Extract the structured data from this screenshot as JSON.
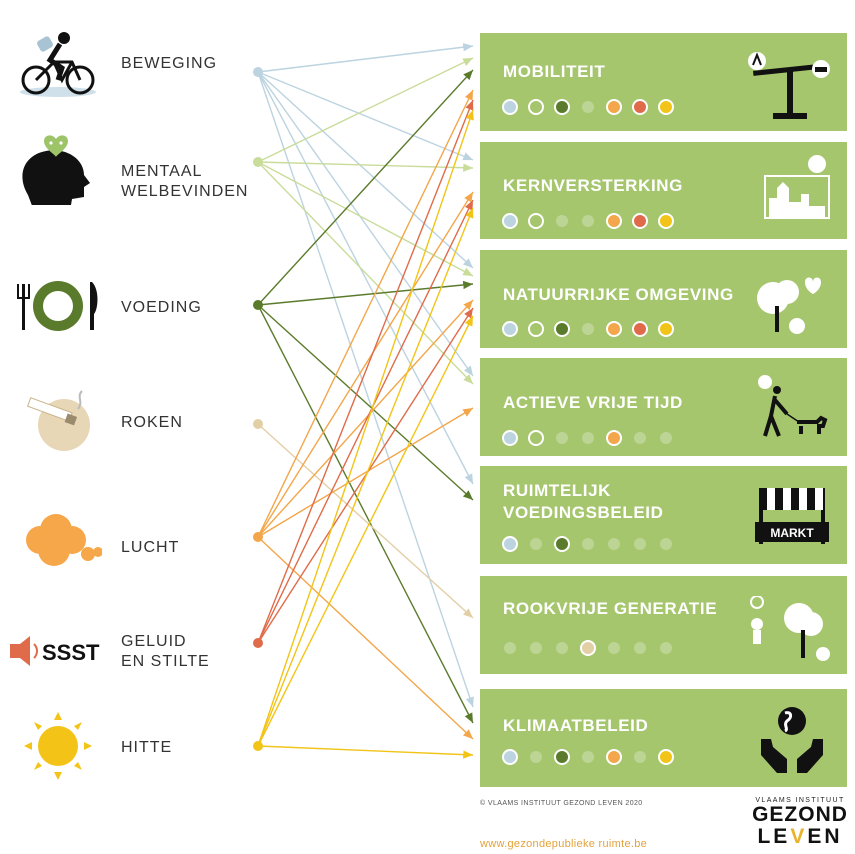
{
  "factors": [
    {
      "key": "beweging",
      "lines": [
        "BEWEGING"
      ],
      "color": "#bcd3e0",
      "icon": "cyclist-icon"
    },
    {
      "key": "mentaal",
      "lines": [
        "MENTAAL",
        "WELBEVINDEN"
      ],
      "color": "#c9dc9a",
      "icon": "head-heart-icon"
    },
    {
      "key": "voeding",
      "lines": [
        "VOEDING"
      ],
      "color": "#5b7b2c",
      "icon": "plate-cutlery-icon"
    },
    {
      "key": "roken",
      "lines": [
        "ROKEN"
      ],
      "color": "#e3cfa6",
      "icon": "cigarette-icon"
    },
    {
      "key": "lucht",
      "lines": [
        "LUCHT"
      ],
      "color": "#f3a64a",
      "icon": "cloud-icon"
    },
    {
      "key": "geluid",
      "lines": [
        "GELUID",
        "EN STILTE"
      ],
      "color": "#e06b4a",
      "icon": "speaker-icon",
      "icon_text": "SSST"
    },
    {
      "key": "hitte",
      "lines": [
        "HITTE"
      ],
      "color": "#f1c417",
      "icon": "sun-icon"
    }
  ],
  "themes": [
    {
      "key": "mobiliteit",
      "lines": [
        "MOBILITEIT"
      ],
      "icon": "scale-icon",
      "active": [
        true,
        true,
        true,
        false,
        true,
        true,
        true
      ]
    },
    {
      "key": "kernversterking",
      "lines": [
        "KERNVERSTERKING"
      ],
      "icon": "town-icon",
      "active": [
        true,
        true,
        false,
        false,
        true,
        true,
        true
      ]
    },
    {
      "key": "natuur",
      "lines": [
        "NATUURRIJKE OMGEVING"
      ],
      "icon": "tree-icon",
      "active": [
        true,
        true,
        true,
        false,
        true,
        true,
        true
      ]
    },
    {
      "key": "vrijetijd",
      "lines": [
        "ACTIEVE VRIJE TIJD"
      ],
      "icon": "walker-dog-icon",
      "active": [
        true,
        true,
        false,
        false,
        true,
        false,
        false
      ]
    },
    {
      "key": "voedingsbeleid",
      "lines": [
        "RUIMTELIJK",
        "VOEDINGSBELEID"
      ],
      "icon": "market-icon",
      "icon_text": "MARKT",
      "active": [
        true,
        false,
        true,
        false,
        false,
        false,
        false
      ]
    },
    {
      "key": "rookvrij",
      "lines": [
        "ROOKVRIJE GENERATIE"
      ],
      "icon": "kid-tree-icon",
      "active": [
        false,
        false,
        false,
        true,
        false,
        false,
        false
      ]
    },
    {
      "key": "klimaat",
      "lines": [
        "KLIMAATBELEID"
      ],
      "icon": "earth-hands-icon",
      "active": [
        true,
        false,
        true,
        false,
        true,
        false,
        true
      ]
    }
  ],
  "footer": {
    "copyright": "© VLAAMS INSTITUUT GEZOND LEVEN 2020",
    "url": "www.gezondepublieke ruimte.be"
  },
  "logo": {
    "top": "VLAAMS INSTITUUT",
    "line1": "GEZOND",
    "line2a": "LE",
    "line2v": "V",
    "line2b": "EN"
  }
}
